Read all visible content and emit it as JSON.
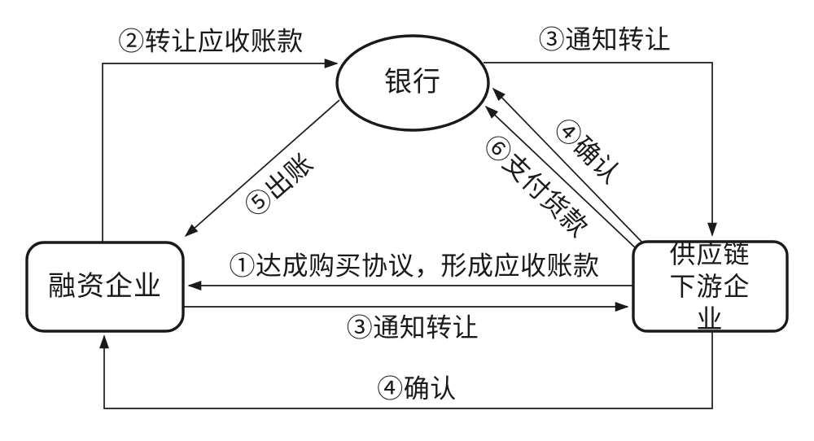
{
  "colors": {
    "ink": "#1a1a1a",
    "background": "#ffffff"
  },
  "nodes": {
    "bank": {
      "label": "银行",
      "shape": "ellipse"
    },
    "financing_enterprise": {
      "label": "融资企业",
      "shape": "rounded-rect"
    },
    "downstream_enterprise": {
      "label": "供应链\n下游企业",
      "shape": "rounded-rect"
    }
  },
  "edges": {
    "purchase_agreement": {
      "label": "①达成购买协议，形成应收账款",
      "from": "供应链下游企业",
      "to": "融资企业"
    },
    "transfer_receivables": {
      "label": "②转让应收账款",
      "from": "融资企业",
      "to": "银行"
    },
    "notify_transfer_top": {
      "label": "③通知转让",
      "from": "银行",
      "to": "供应链下游企业"
    },
    "notify_transfer_bottom": {
      "label": "③通知转让",
      "from": "融资企业",
      "to": "供应链下游企业"
    },
    "confirm_to_bank": {
      "label": "④确认",
      "from": "供应链下游企业",
      "to": "银行"
    },
    "confirm_to_financing": {
      "label": "④确认",
      "from": "供应链下游企业",
      "to": "融资企业"
    },
    "disburse": {
      "label": "⑤出账",
      "from": "银行",
      "to": "融资企业"
    },
    "pay_goods": {
      "label": "⑥支付货款",
      "from": "供应链下游企业",
      "to": "银行"
    }
  }
}
